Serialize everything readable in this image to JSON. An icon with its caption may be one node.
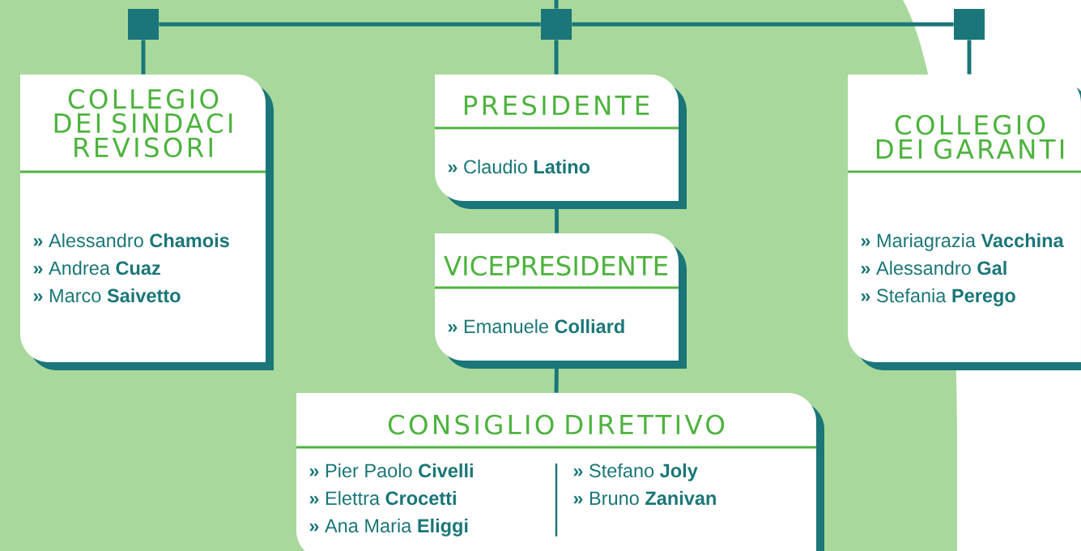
{
  "diagram": {
    "nodes": [
      {
        "text": [],
        "shape": "box"
      },
      {
        "text": [],
        "shape": "box"
      },
      {
        "text": [],
        "shape": "box"
      },
      {
        "text": [
          "COLLEGIO DEI SINDACI REVISORI",
          "**»** Alessandro **Chamois**",
          "**»** Andrea **Cuaz**",
          "**»** Marco **Saivetto**"
        ]
      },
      {
        "text": [
          "PRESIDENTE",
          "**»** Claudio **Latino**"
        ]
      },
      {
        "text": [
          "COLLEGIO DEI GARANTI",
          "**»** Mariagrazia **Vacchina**",
          "**»** Alessandro **Gal**",
          "**»** Stefania **Perego**"
        ]
      },
      {
        "text": [
          "VICEPRESIDENTE",
          "**»** Emanuele **Colliard**"
        ]
      },
      {
        "text": [
          "CONSIGLIO DIRETTIVO",
          "**»** Pier Paolo **Civelli**",
          "**»** Elettra **Crocetti**",
          "**»** Ana Maria **Eliggi**",
          "**»** Stefano **Joly**",
          "**»** Bruno **Zanivan**"
        ]
      }
    ],
    "edges": [
      {
        "from": null,
        "to": 1,
        "arrow": "none"
      },
      {
        "from": 1,
        "to": 0,
        "arrow": "none"
      },
      {
        "from": 1,
        "to": 2,
        "arrow": "none"
      },
      {
        "from": 0,
        "to": 3,
        "arrow": "none"
      },
      {
        "from": 2,
        "to": 5,
        "arrow": "none"
      },
      {
        "from": 1,
        "to": 4,
        "arrow": "none"
      },
      {
        "from": 4,
        "to": 6,
        "arrow": "none"
      },
      {
        "from": 6,
        "to": 7,
        "arrow": "none"
      }
    ]
  }
}
